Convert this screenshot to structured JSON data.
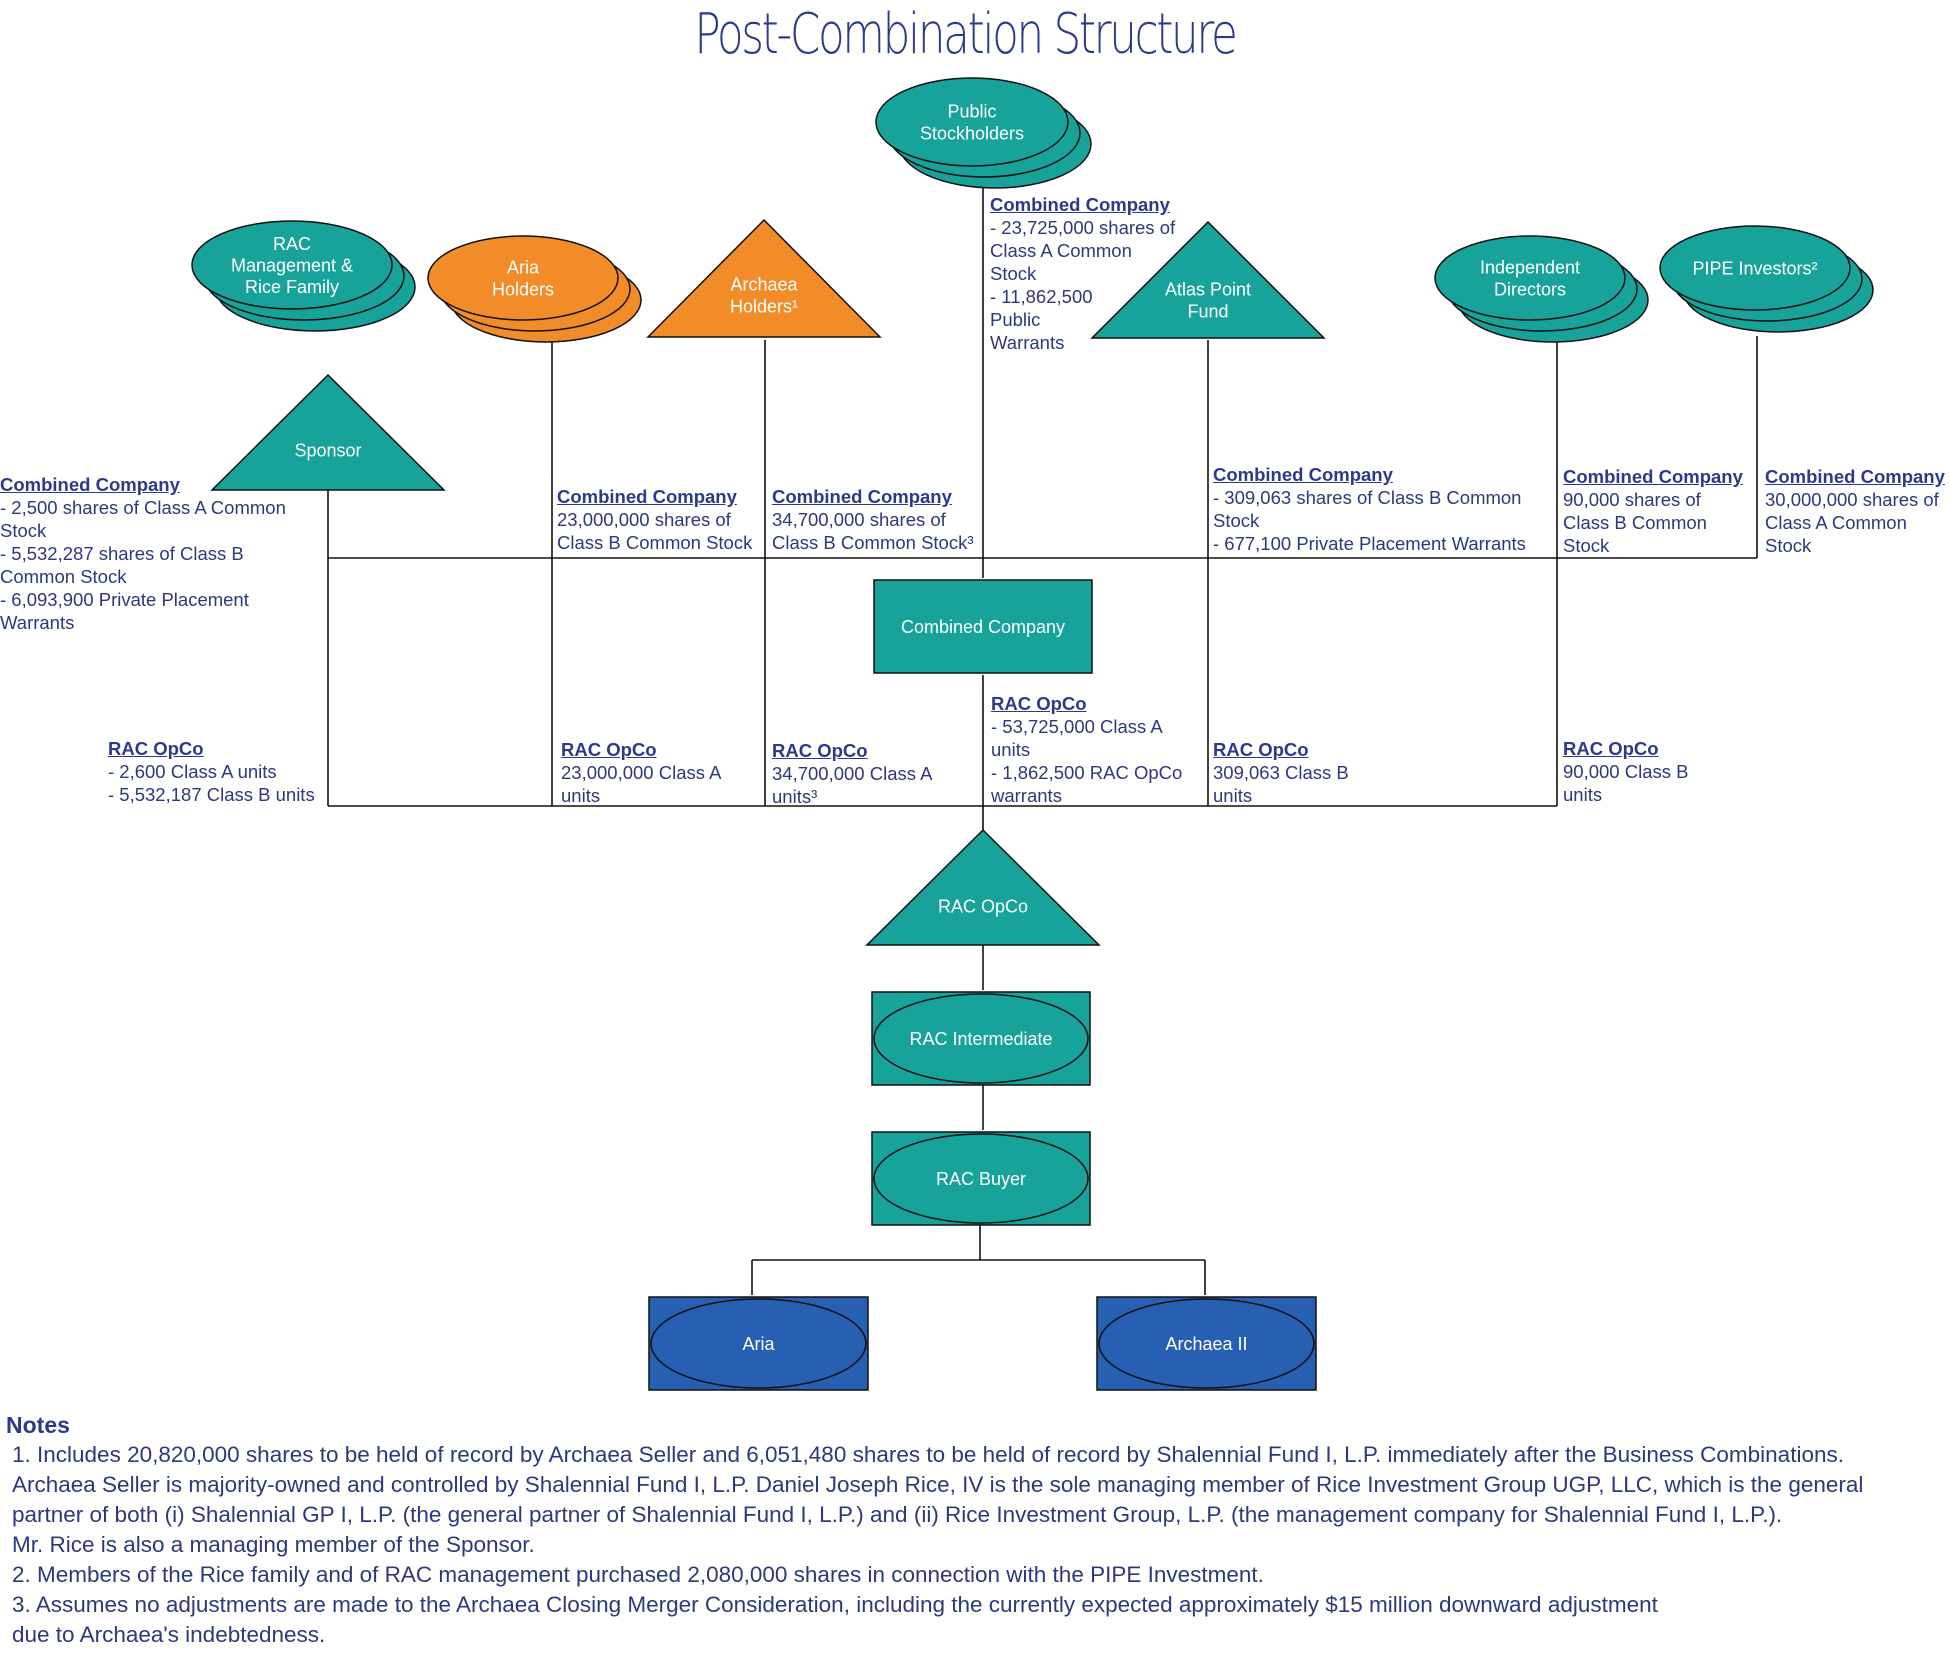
{
  "title": "Post-Combination Structure",
  "colors": {
    "teal": "#17a39a",
    "orange": "#f28c28",
    "blue": "#2760b3",
    "line": "#111111",
    "text": "#2b3a7a"
  },
  "nodes": {
    "public_stockholders": [
      "Public",
      "Stockholders"
    ],
    "rac_management": [
      "RAC",
      "Management &",
      "Rice Family"
    ],
    "aria_holders": [
      "Aria",
      "Holders"
    ],
    "archaea_holders": [
      "Archaea",
      "Holders¹"
    ],
    "atlas_point": [
      "Atlas Point",
      "Fund"
    ],
    "independent_directors": [
      "Independent",
      "Directors"
    ],
    "pipe_investors": [
      "PIPE Investors²"
    ],
    "sponsor": [
      "Sponsor"
    ],
    "combined_company": [
      "Combined Company"
    ],
    "rac_opco": [
      "RAC OpCo"
    ],
    "rac_intermediate": [
      "RAC Intermediate"
    ],
    "rac_buyer": [
      "RAC Buyer"
    ],
    "aria": [
      "Aria"
    ],
    "archaea_ii": [
      "Archaea II"
    ]
  },
  "labels": {
    "public_cc": {
      "head": "Combined Company",
      "lines": [
        "- 23,725,000 shares of",
        "Class A Common",
        "Stock",
        "- 11,862,500",
        "Public",
        "Warrants"
      ]
    },
    "sponsor_cc": {
      "head": "Combined Company",
      "lines": [
        "- 2,500 shares of Class A Common",
        "Stock",
        "- 5,532,287 shares of Class B",
        "Common Stock",
        "- 6,093,900 Private Placement",
        "Warrants"
      ]
    },
    "aria_cc": {
      "head": "Combined Company",
      "lines": [
        "23,000,000 shares of",
        "Class B Common Stock"
      ]
    },
    "archaea_cc": {
      "head": "Combined Company",
      "lines": [
        "34,700,000 shares of",
        "Class B Common Stock³"
      ]
    },
    "atlas_cc": {
      "head": "Combined Company",
      "lines": [
        "- 309,063 shares of Class B Common",
        "Stock",
        "- 677,100 Private Placement Warrants"
      ]
    },
    "indep_cc": {
      "head": "Combined Company",
      "lines": [
        "90,000 shares of",
        "Class B Common",
        "Stock"
      ]
    },
    "pipe_cc": {
      "head": "Combined Company",
      "lines": [
        "30,000,000 shares of",
        "Class A Common",
        "Stock"
      ]
    },
    "sponsor_opco": {
      "head": "RAC OpCo",
      "lines": [
        "- 2,600 Class A units",
        "- 5,532,187 Class B units"
      ]
    },
    "aria_opco": {
      "head": "RAC OpCo",
      "lines": [
        "23,000,000 Class A",
        "units"
      ]
    },
    "archaea_opco": {
      "head": "RAC OpCo",
      "lines": [
        "34,700,000 Class A",
        "units³"
      ]
    },
    "cc_opco": {
      "head": "RAC OpCo",
      "lines": [
        "- 53,725,000 Class A",
        "units",
        "- 1,862,500 RAC OpCo",
        "warrants"
      ]
    },
    "atlas_opco": {
      "head": "RAC OpCo",
      "lines": [
        "309,063 Class B",
        "units"
      ]
    },
    "indep_opco": {
      "head": "RAC OpCo",
      "lines": [
        "90,000 Class B",
        "units"
      ]
    }
  },
  "notes": {
    "heading": "Notes",
    "items": [
      [
        "1. Includes 20,820,000 shares to be held of record by Archaea Seller and 6,051,480 shares to be held of record by Shalennial Fund I, L.P. immediately after the Business Combinations.",
        "Archaea Seller is majority-owned and controlled by Shalennial Fund I, L.P. Daniel Joseph Rice, IV is the sole managing member of Rice Investment Group UGP, LLC, which is the general",
        "partner of both (i) Shalennial GP I, L.P. (the general partner of Shalennial Fund I, L.P.) and (ii) Rice Investment Group, L.P. (the management company for Shalennial Fund I, L.P.).",
        "Mr. Rice is also a managing member of the Sponsor."
      ],
      [
        "2. Members of the Rice family and of RAC management purchased 2,080,000 shares in connection with the PIPE Investment."
      ],
      [
        "3. Assumes no adjustments are made to the Archaea Closing Merger Consideration, including the currently expected approximately $15 million downward adjustment",
        "due to Archaea's indebtedness."
      ]
    ]
  }
}
